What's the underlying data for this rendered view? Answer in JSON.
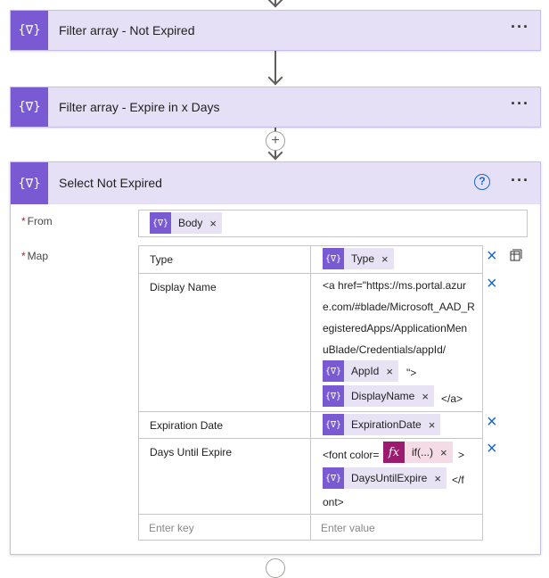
{
  "cards": [
    {
      "title": "Filter array - Not Expired",
      "icon": "filter-array-icon",
      "glyph": "{∇}"
    },
    {
      "title": "Filter array - Expire in x Days",
      "icon": "filter-array-icon",
      "glyph": "{∇}"
    }
  ],
  "select": {
    "title": "Select Not Expired",
    "glyph": "{∇}",
    "help": "?",
    "more": "···",
    "from_label": "From",
    "map_label": "Map",
    "required_mark": "*",
    "from_token": "Body",
    "rows": [
      {
        "key": "Type",
        "token": "Type"
      },
      {
        "key": "Display Name",
        "lines": [
          "<a href=\"https://ms.portal.azur",
          "e.com/#blade/Microsoft_AAD_R",
          "egisteredApps/ApplicationMen",
          "uBlade/Credentials/appId/"
        ],
        "token1": "AppId",
        "after1": "\">",
        "token2": "DisplayName",
        "after2": "</a>"
      },
      {
        "key": "Expiration Date",
        "token": "ExpirationDate"
      },
      {
        "key": "Days Until Expire",
        "prefix": "<font color=",
        "fx_token": "if(...)",
        "after_fx": ">",
        "token": "DaysUntilExpire",
        "after": "</f",
        "tail": "ont>"
      }
    ],
    "placeholder_key": "Enter key",
    "placeholder_value": "Enter value"
  },
  "ui": {
    "more": "···",
    "plus": "+",
    "close": "×",
    "fx": "fx",
    "token_glyph": "{∇}"
  },
  "colors": {
    "accent": "#7a5ad3",
    "header_bg": "#e6e0f6",
    "link_blue": "#1668c5",
    "fx_color": "#9b1c6e"
  }
}
